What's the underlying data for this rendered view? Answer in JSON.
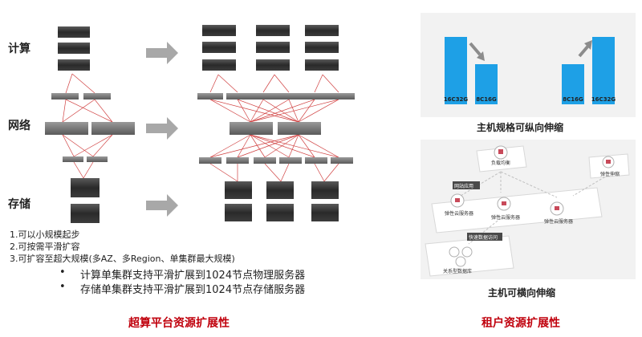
{
  "left": {
    "row_labels": {
      "compute": "计算",
      "network": "网络",
      "storage": "存储"
    },
    "list": [
      "1.可以小规模起步",
      "2.可按需平滑扩容",
      "3.可扩容至超大规模(多AZ、多Region、单集群最大规模)"
    ],
    "bullets": [
      "计算单集群支持平滑扩展到1024节点物理服务器",
      "存储单集群支持平滑扩展到1024节点存储服务器"
    ],
    "caption": "超算平台资源扩展性"
  },
  "right": {
    "vertical_panel": {
      "bars": [
        {
          "label": "16C32G",
          "value": 16
        },
        {
          "label": "8C16G",
          "value": 8
        },
        {
          "label": "8C16G",
          "value": 8
        },
        {
          "label": "16C32G",
          "value": 16
        }
      ],
      "caption": "主机规格可纵向伸缩",
      "accent": "#1ea0e6",
      "arrow_color": "#8c8c8c"
    },
    "horizontal_panel": {
      "nodes": {
        "lb": "负载均衡",
        "elastic_top": "弹性伸缩",
        "site_app": "网站应用",
        "ecs_a": "弹性云服务器",
        "ecs_b": "弹性云服务器",
        "ecs_c": "弹性云服务器",
        "fast_access": "快速数据访问",
        "rdb": "关系型数据库"
      },
      "caption": "主机可横向伸缩"
    },
    "caption": "租户资源扩展性"
  }
}
